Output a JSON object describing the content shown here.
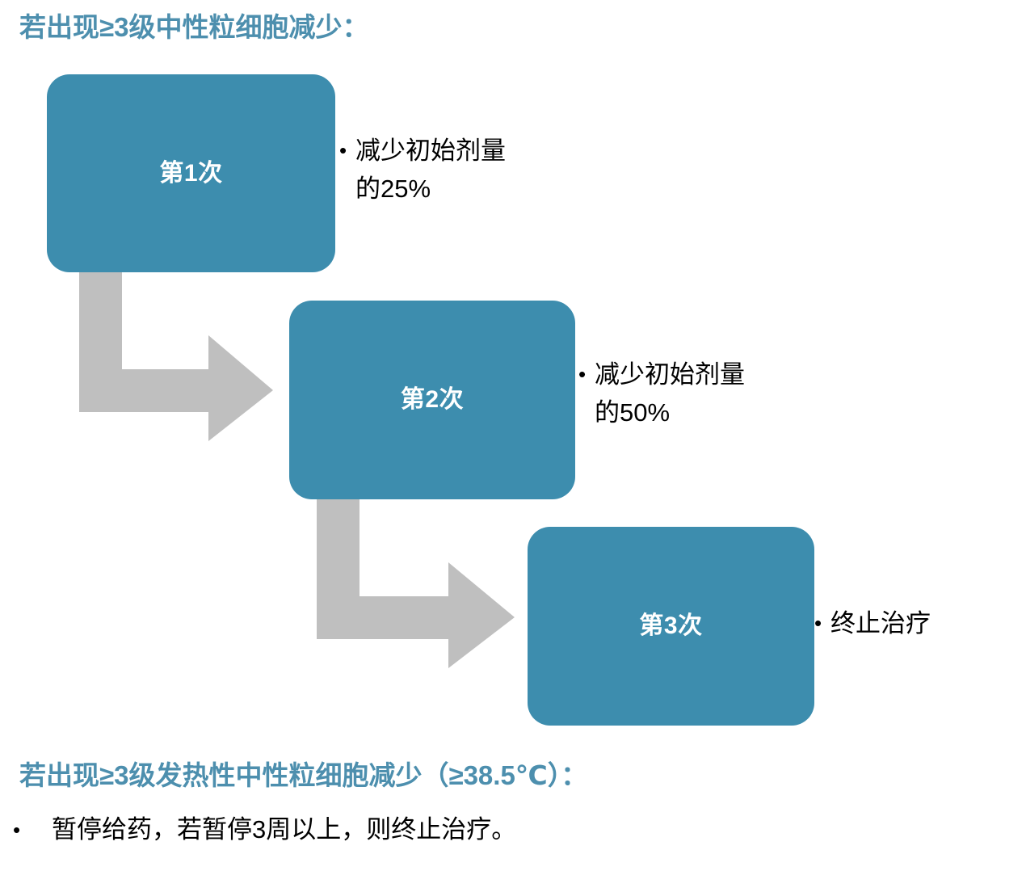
{
  "page": {
    "background_color": "#ffffff",
    "accent_color": "#3d8dae",
    "heading_color": "#4d8fae",
    "arrow_color": "#bfbfbf",
    "text_color": "#000000"
  },
  "headings": {
    "top": "若出现≥3级中性粒细胞减少：",
    "bottom": "若出现≥3级发热性中性粒细胞减少（≥38.5℃）："
  },
  "flow": {
    "steps": [
      {
        "box_label": "第1次",
        "callout_bullet": "•",
        "callout_text": "减少初始剂量\n的25%"
      },
      {
        "box_label": "第2次",
        "callout_bullet": "•",
        "callout_text": "减少初始剂量\n的50%"
      },
      {
        "box_label": "第3次",
        "callout_bullet": "•",
        "callout_text": "终止治疗"
      }
    ],
    "connectors": [
      {
        "name": "bent-arrow-step1-to-step2",
        "direction": "down-then-right"
      },
      {
        "name": "bent-arrow-step2-to-step3",
        "direction": "down-then-right"
      }
    ]
  },
  "bottom_note": {
    "bullet": "•",
    "text": "暂停给药，若暂停3周以上，则终止治疗。"
  }
}
